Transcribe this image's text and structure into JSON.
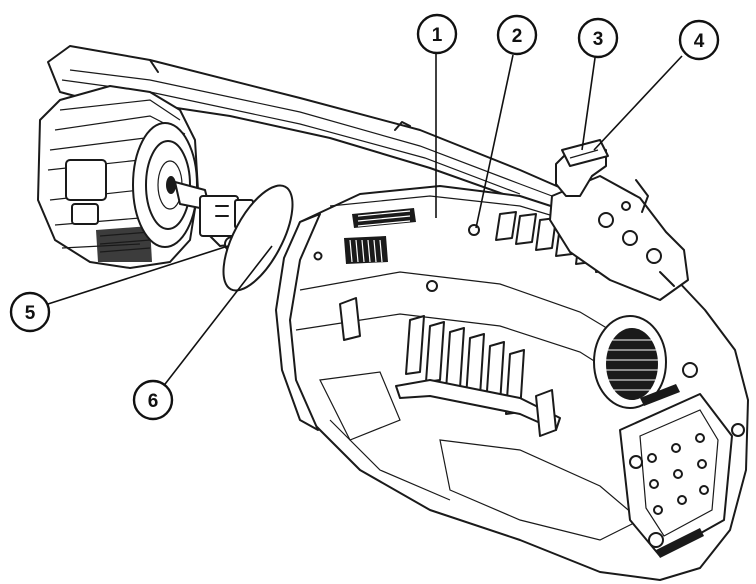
{
  "callouts": [
    {
      "id": "callout-1",
      "label": "1"
    },
    {
      "id": "callout-2",
      "label": "2"
    },
    {
      "id": "callout-3",
      "label": "3"
    },
    {
      "id": "callout-4",
      "label": "4"
    },
    {
      "id": "callout-5",
      "label": "5"
    },
    {
      "id": "callout-6",
      "label": "6"
    }
  ],
  "colors": {
    "line": "#1a1a1a",
    "background": "#ffffff"
  }
}
